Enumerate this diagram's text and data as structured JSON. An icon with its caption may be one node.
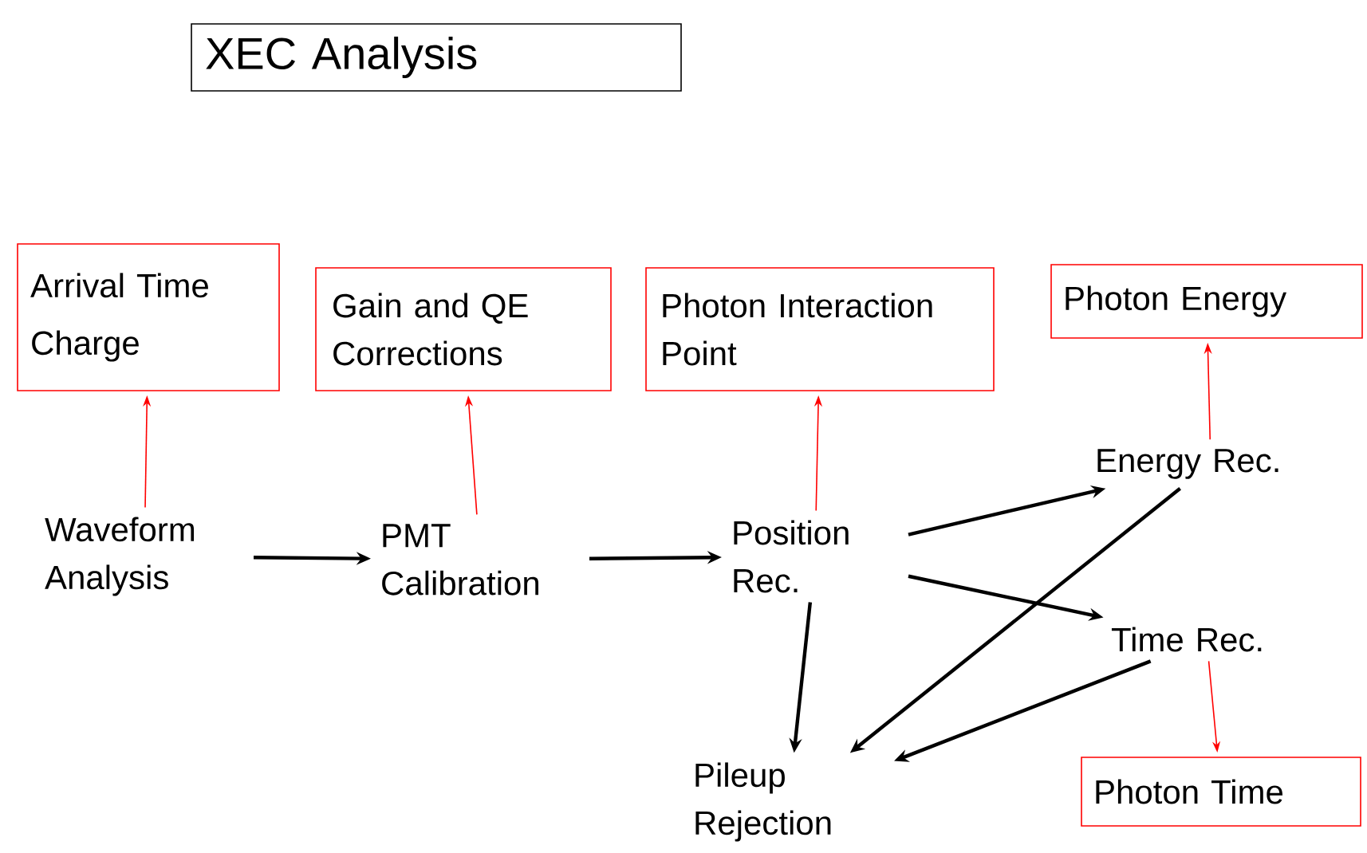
{
  "diagram": {
    "title": "XEC Analysis",
    "nodes": [
      {
        "text": [
          "Arrival Time",
          "Charge"
        ]
      },
      {
        "text": [
          "Gain and QE Corrections"
        ]
      },
      {
        "text": [
          "Photon Interaction Point"
        ]
      },
      {
        "text": [
          "Photon Energy"
        ]
      },
      {
        "text": [
          "Waveform Analysis"
        ]
      },
      {
        "text": [
          "PMT Calibration"
        ]
      },
      {
        "text": [
          "Position Rec."
        ]
      },
      {
        "text": [
          "Energy Rec."
        ]
      },
      {
        "text": [
          "Time Rec."
        ]
      },
      {
        "text": [
          "Pileup Rejection"
        ]
      },
      {
        "text": [
          "Photon Time"
        ]
      }
    ],
    "edges": [
      {
        "from": 4,
        "to": 0,
        "arrow": "to",
        "color": "#ff0000"
      },
      {
        "from": 5,
        "to": 1,
        "arrow": "to",
        "color": "#ff0000"
      },
      {
        "from": 6,
        "to": 2,
        "arrow": "to",
        "color": "#ff0000"
      },
      {
        "from": 7,
        "to": 3,
        "arrow": "to",
        "color": "#ff0000"
      },
      {
        "from": 8,
        "to": 10,
        "arrow": "to",
        "color": "#ff0000"
      },
      {
        "from": 4,
        "to": 5,
        "arrow": "to"
      },
      {
        "from": 5,
        "to": 6,
        "arrow": "to"
      },
      {
        "from": 6,
        "to": 7,
        "arrow": "to"
      },
      {
        "from": 6,
        "to": 8,
        "arrow": "to"
      },
      {
        "from": 6,
        "to": 9,
        "arrow": "to"
      },
      {
        "from": 7,
        "to": 9,
        "arrow": "to"
      },
      {
        "from": 8,
        "to": 9,
        "arrow": "to"
      }
    ]
  }
}
